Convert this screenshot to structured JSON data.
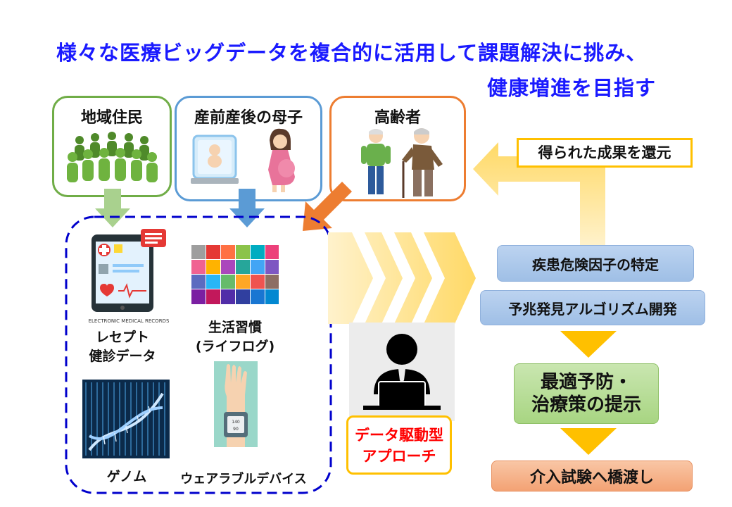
{
  "title": {
    "line1": "様々な医療ビッグデータを複合的に活用して課題解決に挑み、",
    "line2": "健康増進を目指す"
  },
  "groups": [
    {
      "label": "地域住民",
      "color": "#70ad47"
    },
    {
      "label": "産前産後の母子",
      "color": "#5b9bd5"
    },
    {
      "label": "高齢者",
      "color": "#ed7d31"
    }
  ],
  "data_sources": {
    "receipt_line1": "レセプト",
    "receipt_line2": "健診データ",
    "ehr_caption": "ELECTRONIC MEDICAL RECORDS",
    "lifelog_line1": "生活習慣",
    "lifelog_line2": "(ライフログ)",
    "genome": "ゲノム",
    "wearable": "ウェアラブルデバイス"
  },
  "approach": {
    "line1": "データ駆動型",
    "line2": "アプローチ",
    "color": "#ff0000"
  },
  "feedback": "得られた成果を還元",
  "steps": {
    "risk_factor": "疾患危険因子の特定",
    "algorithm": "予兆発見アルゴリズム開発",
    "prevention_line1": "最適予防・",
    "prevention_line2": "治療策の提示",
    "trial": "介入試験へ橋渡し"
  },
  "colors": {
    "title": "#1a1aff",
    "dashed_border": "#0000cc",
    "arrow_yellow": "#ffc000",
    "feedback_border": "#ffc000"
  }
}
